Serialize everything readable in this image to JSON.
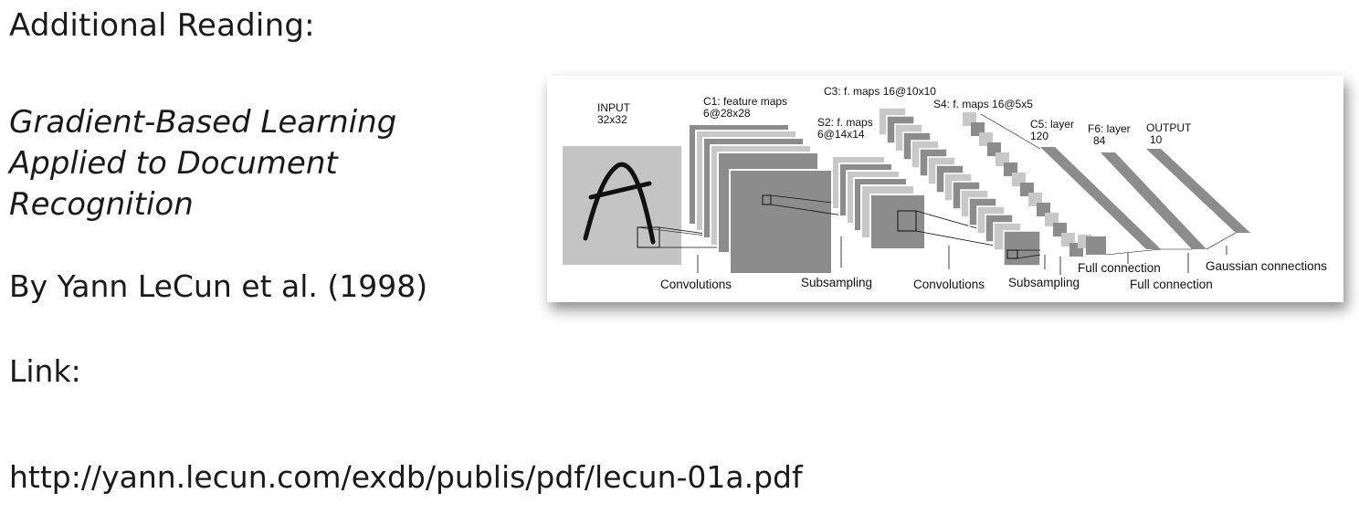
{
  "slide": {
    "heading": "Additional Reading:",
    "paper_title_lines": [
      "Gradient-Based Learning",
      "Applied to Document",
      "Recognition"
    ],
    "byline": "By Yann LeCun et al. (1998)",
    "link_label": "Link:",
    "link_url": "http://yann.lecun.com/exdb/publis/pdf/lecun-01a.pdf"
  },
  "figure": {
    "layers": {
      "input": {
        "name": "INPUT",
        "size": "32x32"
      },
      "c1": {
        "name": "C1: feature maps",
        "size": "6@28x28"
      },
      "s2": {
        "name": "S2: f. maps",
        "size": "6@14x14"
      },
      "c3": {
        "name": "C3: f. maps 16@10x10"
      },
      "s4": {
        "name": "S4: f. maps 16@5x5"
      },
      "c5": {
        "name": "C5: layer",
        "size": "120"
      },
      "f6": {
        "name": "F6: layer",
        "size": "84"
      },
      "output": {
        "name": "OUTPUT",
        "size": "10"
      }
    },
    "operations": {
      "convolutions_1": "Convolutions",
      "subsampling_1": "Subsampling",
      "convolutions_2": "Convolutions",
      "subsampling_2": "Subsampling",
      "full_connection_1": "Full connection",
      "full_connection_2": "Full connection",
      "gaussian": "Gaussian connections"
    },
    "colors": {
      "input_plane": "#c4c4c4",
      "map_dark": "#8c8c8c",
      "map_light": "#c8c8c8",
      "ink": "#111111"
    }
  }
}
